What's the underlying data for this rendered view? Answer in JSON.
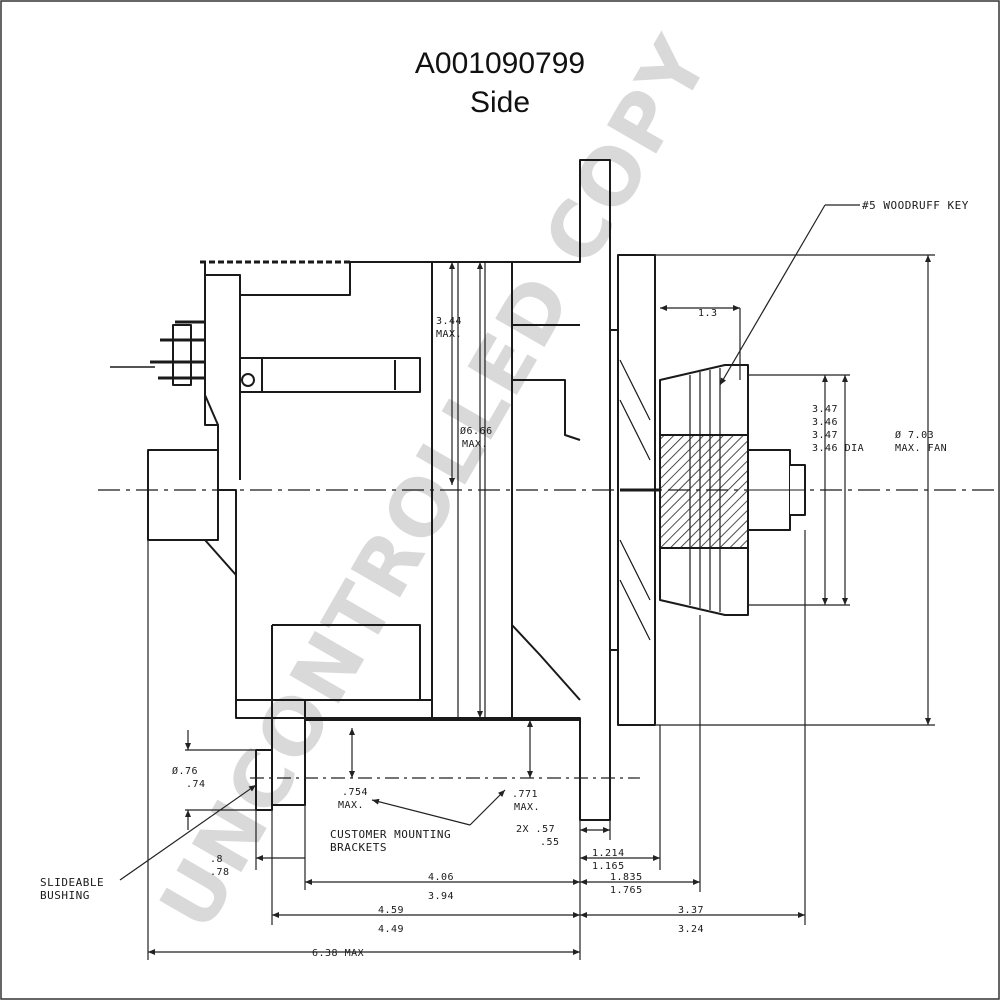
{
  "title": {
    "part_number": "A001090799",
    "view": "Side"
  },
  "watermark": "UNCONTROLLED COPY",
  "notes": {
    "woodruff_key": "#5 WOODRUFF KEY",
    "slideable_bushing_1": "SLIDEABLE",
    "slideable_bushing_2": "BUSHING",
    "brackets_1": "CUSTOMER MOUNTING",
    "brackets_2": "BRACKETS"
  },
  "dimensions": {
    "d_3_44_a": "3.44",
    "d_3_44_b": "MAX.",
    "d_dia_6_66_a": "Ø6.66",
    "d_dia_6_66_b": "MAX.",
    "d_1_3": "1.3",
    "d_pulley_1": "3.47",
    "d_pulley_2": "3.46",
    "d_pulley_3": "3.47",
    "d_pulley_4": "3.46 DIA",
    "d_fan_a": "Ø 7.03",
    "d_fan_b": "MAX. FAN",
    "d_bush_dia_a": "Ø.76",
    "d_bush_dia_b": ".74",
    "d_754_a": ".754",
    "d_754_b": "MAX.",
    "d_771_a": ".771",
    "d_771_b": "MAX.",
    "d_2x_57_a": "2X .57",
    "d_2x_57_b": ".55",
    "d_214_a": "1.214",
    "d_214_b": "1.165",
    "d_1835_a": "1.835",
    "d_1835_b": "1.765",
    "d_bush_len_a": ".8",
    "d_bush_len_b": ".78",
    "d_406_a": "4.06",
    "d_406_b": "3.94",
    "d_459_a": "4.59",
    "d_459_b": "4.49",
    "d_337_a": "3.37",
    "d_337_b": "3.24",
    "d_638": "6.38 MAX"
  }
}
